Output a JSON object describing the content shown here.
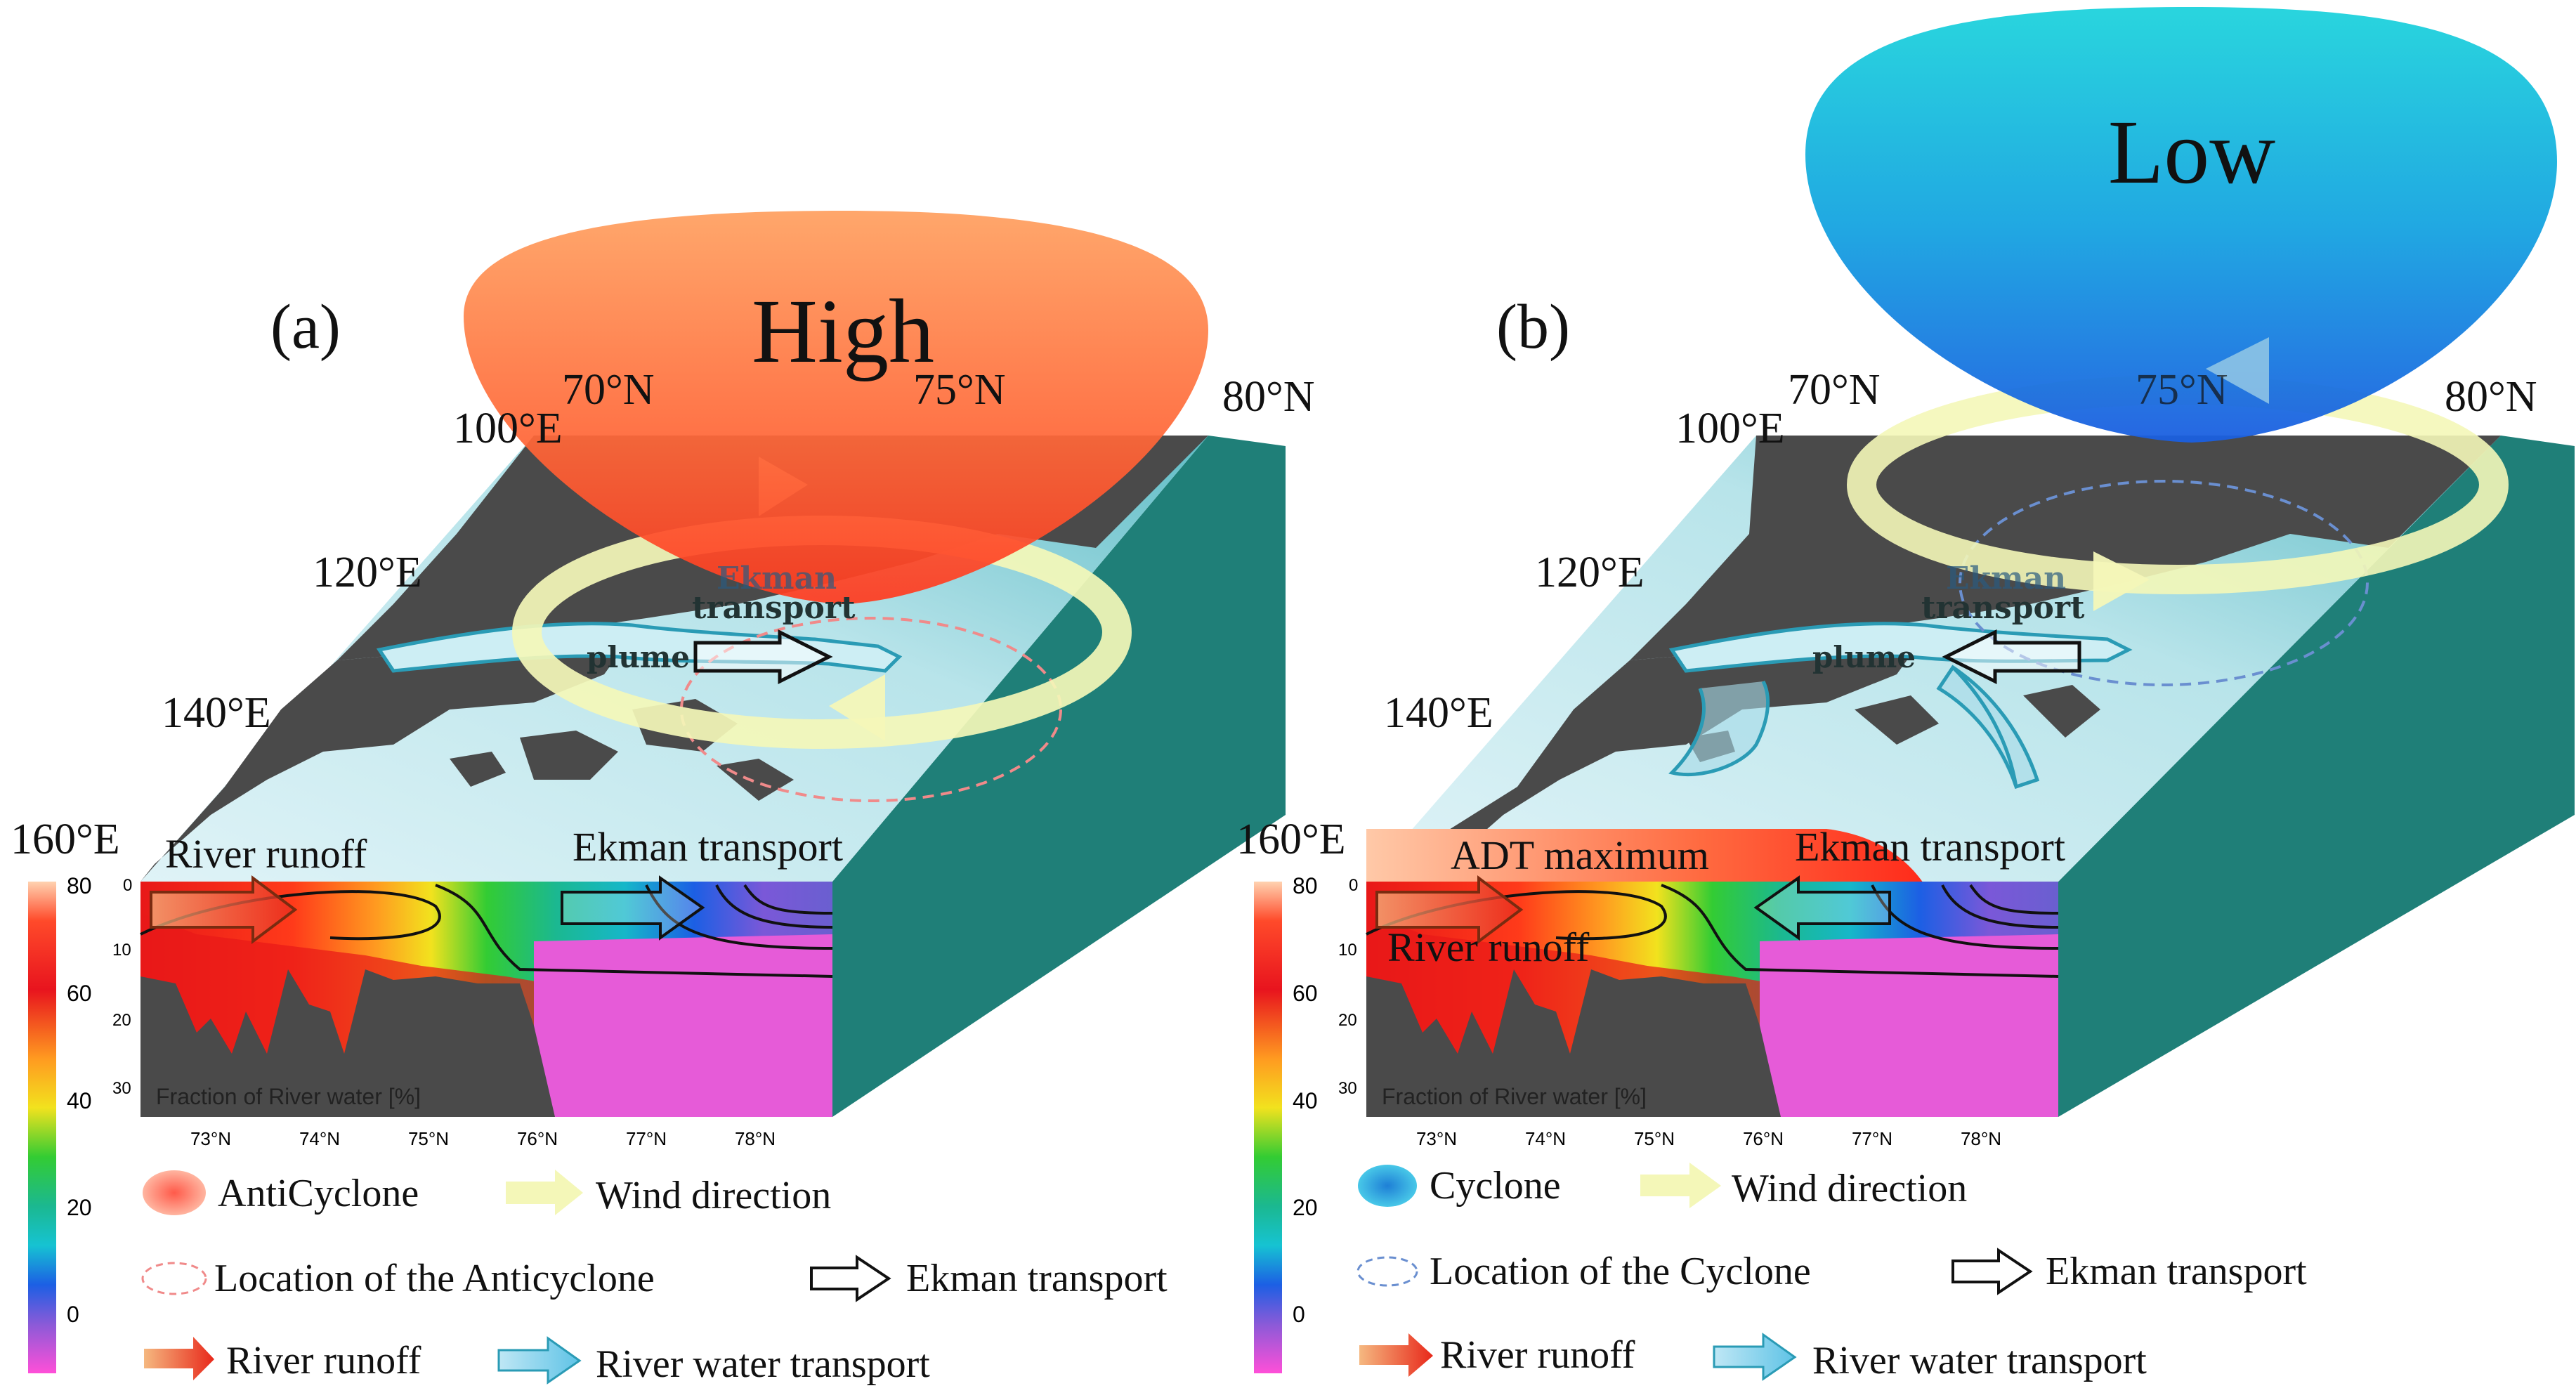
{
  "panel_a": {
    "label": "(a)",
    "pressure_label": "High",
    "lat_labels": [
      "70°N",
      "75°N",
      "80°N"
    ],
    "lon_labels": [
      "100°E",
      "120°E",
      "140°E",
      "160°E"
    ],
    "plume_label": "plume",
    "ekman_map_label": "Ekman\ntransport",
    "river_runoff_label": "River runoff",
    "ekman_section_label": "Ekman transport",
    "section_title": "Fraction of River water [%]",
    "section_x_ticks": [
      "73°N",
      "74°N",
      "75°N",
      "76°N",
      "77°N",
      "78°N"
    ],
    "section_depth_ticks": [
      "0",
      "10",
      "20",
      "30"
    ],
    "colorbar_ticks": [
      "80",
      "60",
      "40",
      "20",
      "0"
    ],
    "legend": {
      "cyclone_item": "AntiCyclone",
      "wind": "Wind direction",
      "location": "Location of the Anticyclone",
      "ekman": "Ekman transport",
      "river_runoff": "River runoff",
      "river_water": "River water transport"
    }
  },
  "panel_b": {
    "label": "(b)",
    "pressure_label": "Low",
    "lat_labels": [
      "70°N",
      "75°N",
      "80°N"
    ],
    "lon_labels": [
      "100°E",
      "120°E",
      "140°E",
      "160°E"
    ],
    "plume_label": "plume",
    "ekman_map_label": "Ekman\ntransport",
    "adt_label": "ADT maximum",
    "river_runoff_label": "River runoff",
    "ekman_section_label": "Ekman transport",
    "section_title": "Fraction of River water [%]",
    "section_x_ticks": [
      "73°N",
      "74°N",
      "75°N",
      "76°N",
      "77°N",
      "78°N"
    ],
    "section_depth_ticks": [
      "0",
      "10",
      "20",
      "30"
    ],
    "colorbar_ticks": [
      "80",
      "60",
      "40",
      "20",
      "0"
    ],
    "legend": {
      "cyclone_item": "Cyclone",
      "wind": "Wind direction",
      "location": "Location of the  Cyclone",
      "ekman": "Ekman transport",
      "river_runoff": "River runoff",
      "river_water": "River water transport"
    }
  },
  "colors": {
    "high": "#ff5a2a",
    "low": "#1aa8e0",
    "wind": "#f4f7b8",
    "ocean": "#b8e4ea",
    "land": "#4a4a4a",
    "box_side": "#1f7f78",
    "river_plume": "#2a9bb5"
  }
}
